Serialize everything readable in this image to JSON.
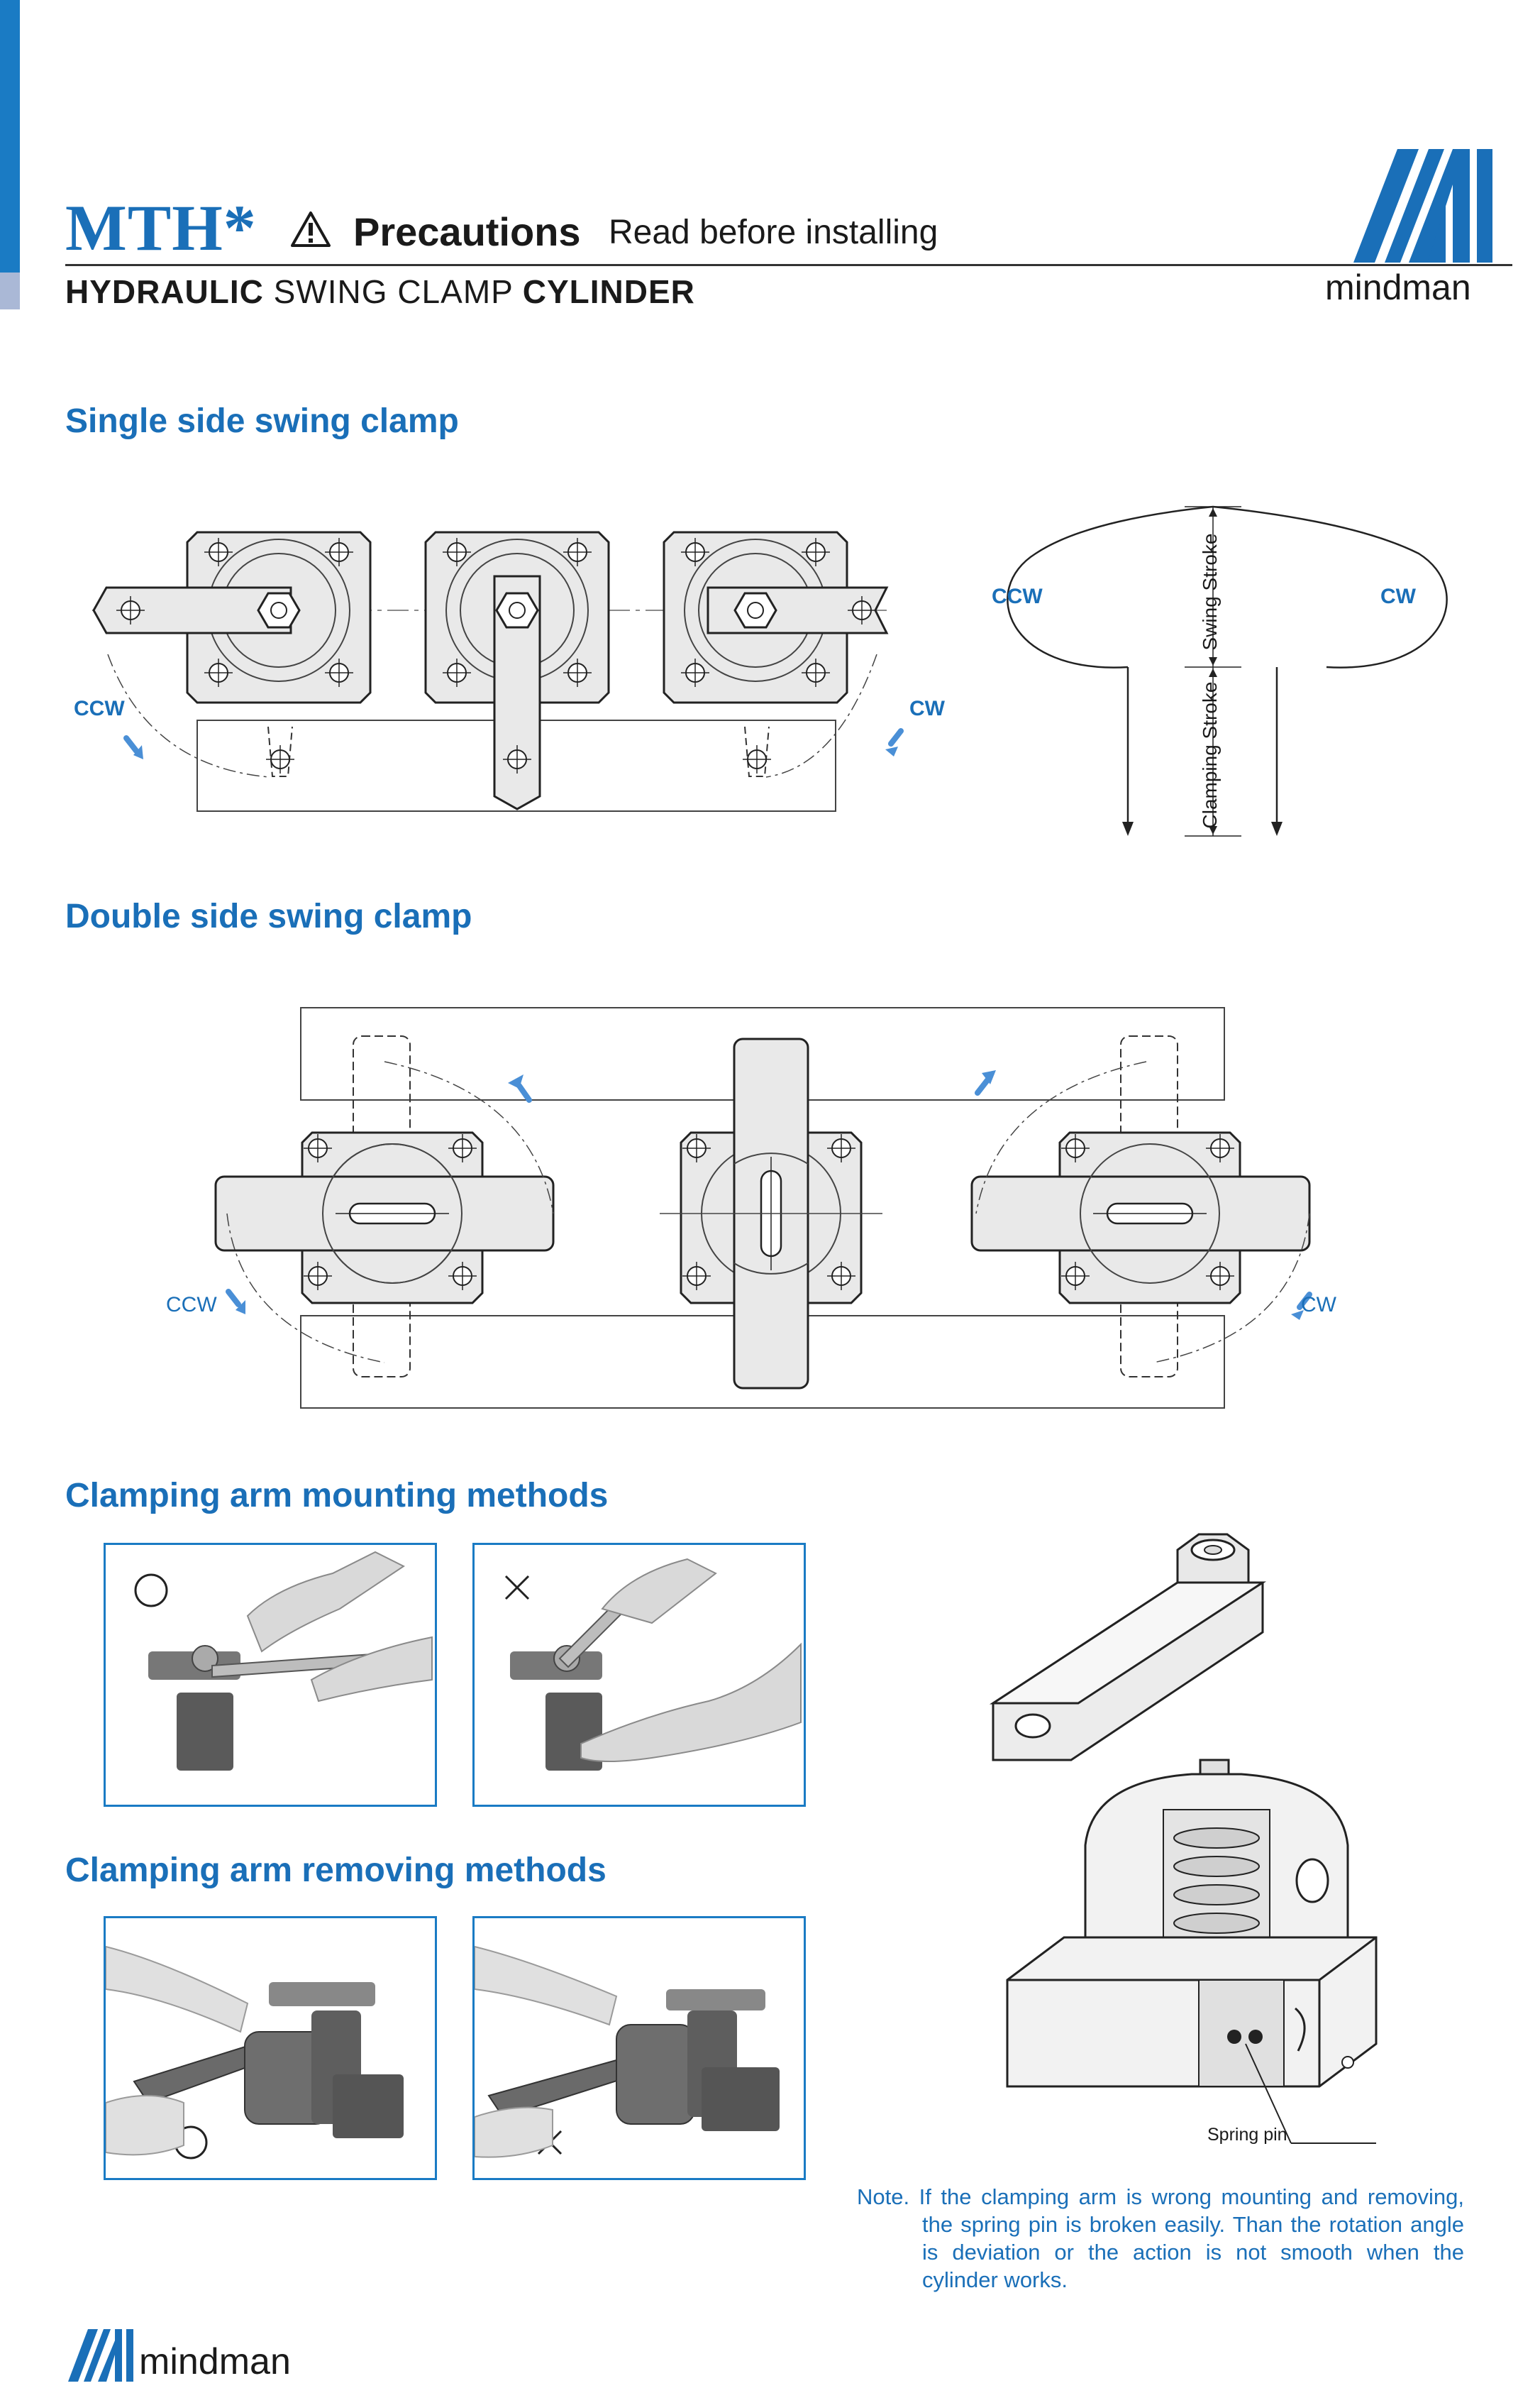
{
  "header": {
    "series": "MTH*",
    "precautions": "Precautions",
    "read_before": "Read before installing",
    "subtitle_bold1": "HYDRAULIC",
    "subtitle_light": " SWING CLAMP ",
    "subtitle_bold2": "CYLINDER",
    "brand": "mindman"
  },
  "sections": {
    "single_side": "Single side swing clamp",
    "double_side": "Double side swing clamp",
    "mounting": "Clamping arm mounting methods",
    "removing": "Clamping arm removing methods"
  },
  "labels": {
    "ccw": "CCW",
    "cw": "CW",
    "swing_stroke": "Swing Stroke",
    "clamping_stroke": "Clamping Stroke",
    "spring_pin": "Spring pin"
  },
  "photo_marks": {
    "correct": "○",
    "wrong": "×"
  },
  "note": {
    "prefix": "Note.",
    "text": "If the clamping arm is wrong mounting and removing, the spring pin is broken easily. Than the rotation angle is deviation or the action is not smooth when the cylinder works."
  },
  "colors": {
    "accent_blue": "#1a6fb8",
    "bar_blue": "#1a7bc4",
    "bar_light": "#aab8d6",
    "arrow_blue": "#4a8fd6",
    "part_fill": "#e9e9e9"
  }
}
